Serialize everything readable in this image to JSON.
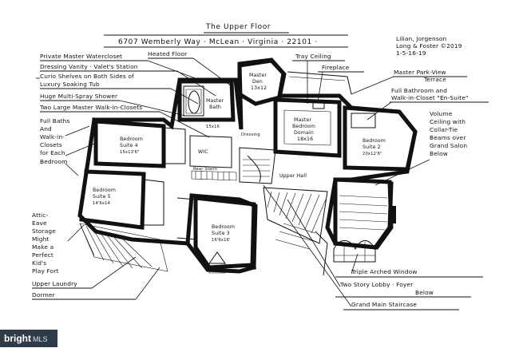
{
  "header": {
    "title": "The Upper Floor",
    "address": "6707 Wemberly Way · McLean · Virginia · 22101 ·"
  },
  "credit": {
    "line1": "Lilian, Jorgenson",
    "line2": "Long & Foster ©2019",
    "line3": "1-5-16-19"
  },
  "callouts": {
    "heated_floor": "Heated Floor",
    "private_wc": "Private Master Watercloset",
    "dressing_vanity": "Dressing Vanity · Valet's Station",
    "curio": "Curio Shelves on Both Sides of",
    "luxury_tub": "Luxury Soaking Tub",
    "huge_shower": "Huge Multi-Spray Shower",
    "walk_in_closets": "Two Large Master Walk-in-Closets",
    "full_baths": [
      "Full Baths",
      "And",
      "Walk-in-",
      "Closets",
      "for Each",
      "Bedroom"
    ],
    "attic": [
      "Attic-",
      "Eave",
      "Storage",
      "Might",
      "Make a",
      "Perfect",
      "Kid's",
      "Play Fort"
    ],
    "upper_laundry": "Upper Laundry",
    "dormer": "Dormer",
    "tray_ceiling": "Tray Ceiling",
    "fireplace": "Fireplace",
    "master_terrace": [
      "Master Park-View",
      "Terrace"
    ],
    "full_bath_walkin": [
      "Full Bathroom and",
      "Walk-in-Closet \"En-Suite\""
    ],
    "volume_ceiling": [
      "Volume",
      "Ceiling with",
      "Collar-Tie",
      "Beams over",
      "Grand Salon",
      "Below"
    ],
    "triple_window": "Triple Arched Window",
    "two_story_lobby": [
      "Two Story Lobby · Foyer",
      "Below"
    ],
    "grand_staircase": "Grand Main Staircase"
  },
  "rooms": {
    "master_den": [
      "Master",
      "Den",
      "13x12"
    ],
    "master_bath": [
      "Master",
      "Bath"
    ],
    "master_bath_dim": "15x16",
    "master_bedroom": [
      "Master",
      "Bedroom",
      "Domain",
      "18x16"
    ],
    "bedroom_2": [
      "Bedroom",
      "Suite 2",
      "20x12'6\""
    ],
    "bedroom_4": [
      "Bedroom",
      "Suite 4",
      "15x13'6\""
    ],
    "bedroom_5": [
      "Bedroom",
      "Suite 5",
      "14'6x14"
    ],
    "bedroom_3": [
      "Bedroom",
      "Suite 3",
      "16'6x16'"
    ],
    "wic": "WIC",
    "rear_stairs": "Rear Stairs",
    "upper_hall": "Upper Hall",
    "dressing": "Dressing"
  },
  "watermark": {
    "brand": "bright",
    "suffix": "MLS"
  }
}
